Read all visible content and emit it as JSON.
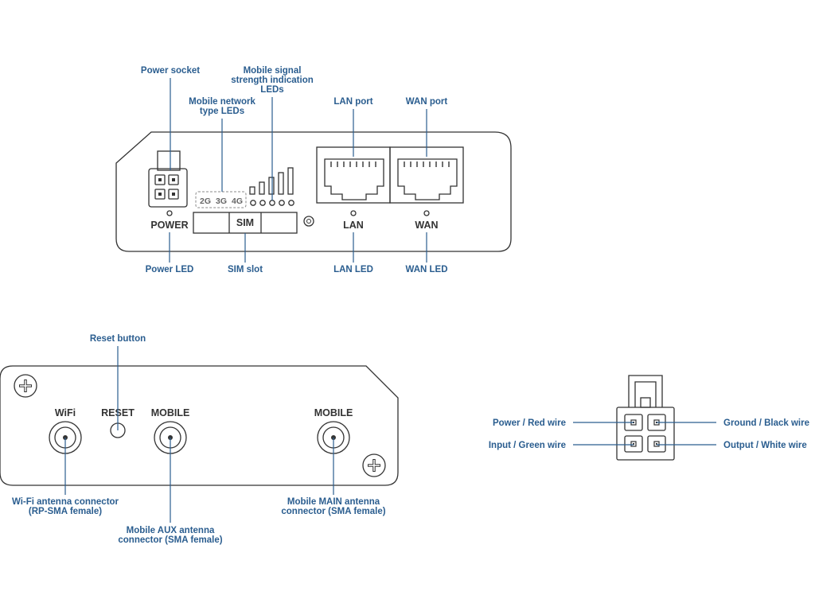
{
  "front_panel": {
    "callouts": {
      "power_socket": "Power socket",
      "mobile_signal": [
        "Mobile signal",
        "strength indication",
        "LEDs"
      ],
      "mobile_network": [
        "Mobile network",
        "type LEDs"
      ],
      "lan_port": "LAN port",
      "wan_port": "WAN port",
      "power_led": "Power LED",
      "sim_slot": "SIM slot",
      "lan_led": "LAN LED",
      "wan_led": "WAN LED"
    },
    "labels": {
      "power": "POWER",
      "sim": "SIM",
      "lan": "LAN",
      "wan": "WAN",
      "led_2g": "2G",
      "led_3g": "3G",
      "led_4g": "4G"
    }
  },
  "back_panel": {
    "callouts": {
      "reset_button": "Reset button",
      "wifi_antenna": [
        "Wi-Fi antenna connector",
        "(RP-SMA female)"
      ],
      "mobile_aux": [
        "Mobile AUX antenna",
        "connector (SMA female)"
      ],
      "mobile_main": [
        "Mobile MAIN antenna",
        "connector (SMA female)"
      ]
    },
    "labels": {
      "wifi": "WiFi",
      "reset": "RESET",
      "mobile_aux": "MOBILE",
      "mobile_main": "MOBILE"
    }
  },
  "power_connector": {
    "pins": {
      "power": "Power / Red wire",
      "ground": "Ground / Black wire",
      "input": "Input / Green wire",
      "output": "Output / White wire"
    }
  }
}
